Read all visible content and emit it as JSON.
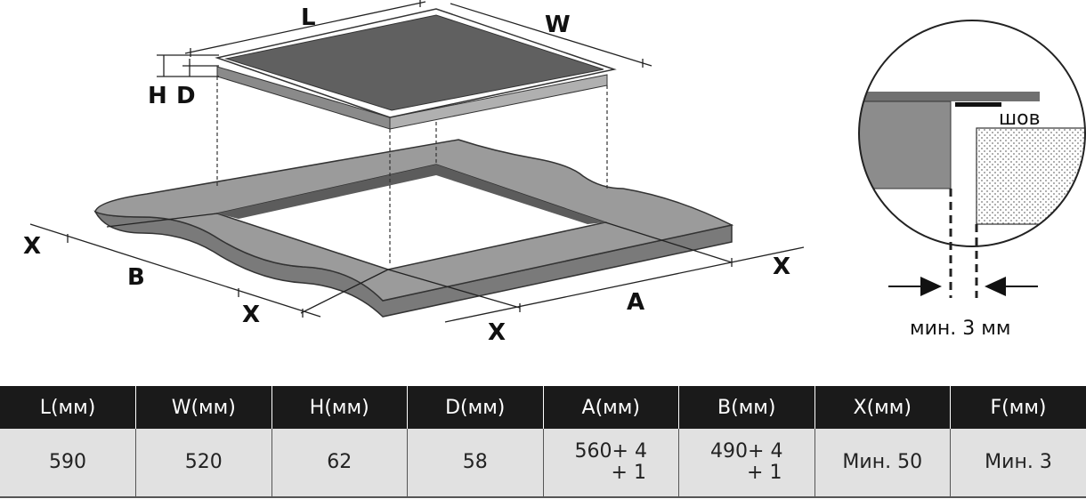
{
  "diagram": {
    "labels": {
      "L": "L",
      "W": "W",
      "H": "H",
      "D": "D",
      "B": "B",
      "A": "A",
      "X": "X"
    },
    "detail": {
      "seam_label": "шов",
      "gap_label": "мин. 3 мм"
    },
    "colors": {
      "hob_glass": "#606060",
      "hob_body": "#9a9a9a",
      "worktop": "#9b9b9b",
      "cutout_wall": "#5c5c5c"
    }
  },
  "table": {
    "headers": [
      "L(мм)",
      "W(мм)",
      "H(мм)",
      "D(мм)",
      "A(мм)",
      "B(мм)",
      "X(мм)",
      "F(мм)"
    ],
    "row": [
      {
        "line1": "590",
        "line2": ""
      },
      {
        "line1": "520",
        "line2": ""
      },
      {
        "line1": "62",
        "line2": ""
      },
      {
        "line1": "58",
        "line2": ""
      },
      {
        "line1": "560+ 4",
        "line2": "+ 1"
      },
      {
        "line1": "490+ 4",
        "line2": "+ 1"
      },
      {
        "line1": "Мин. 50",
        "line2": ""
      },
      {
        "line1": "Мин. 3",
        "line2": ""
      }
    ]
  }
}
